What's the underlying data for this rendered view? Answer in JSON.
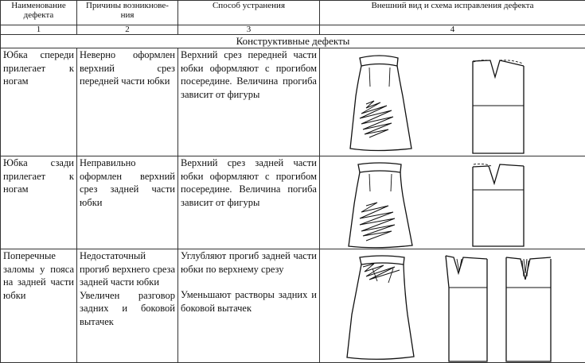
{
  "header": {
    "col1": "Наименование дефекта",
    "col2": "Причины возникнове-ния",
    "col3": "Способ устранения",
    "col4": "Внешний вид и схема исправления дефекта",
    "num1": "1",
    "num2": "2",
    "num3": "3",
    "num4": "4"
  },
  "section_title": "Конструктивные дефекты",
  "rows": [
    {
      "name": "Юбка спереди прилегает к ногам",
      "cause": "Неверно оформлен верхний срез передней части юбки",
      "fix": "Верхний срез передней части юбки оформляют с прогибом посередине. Величина прогиба зависит от фигуры",
      "figure_icons": [
        "skirt-front-sketch",
        "front-pattern-scheme"
      ]
    },
    {
      "name": "Юбка сзади прилегает к ногам",
      "cause": "Неправильно оформлен верхний срез задней части юбки",
      "fix": "Верхний срез задней части юбки оформляют с прогибом посередине. Величина погиба зависит от фигуры",
      "figure_icons": [
        "skirt-back-sketch",
        "back-pattern-scheme"
      ]
    },
    {
      "name": "Поперечные заломы у пояса на задней части юбки",
      "cause1": "Недостаточный прогиб верхнего среза задней части юбки",
      "cause2": "Увеличен разговор задних и боковой вытачек",
      "fix1": "Углубляют прогиб задней части юбки по верхнему срезу",
      "fix2": "Уменьшают растворы задних и боковой вытачек",
      "figure_icons": [
        "skirt-folds-sketch",
        "back-pattern-dart-reduced",
        "back-pattern-dart-adjusted"
      ]
    }
  ]
}
